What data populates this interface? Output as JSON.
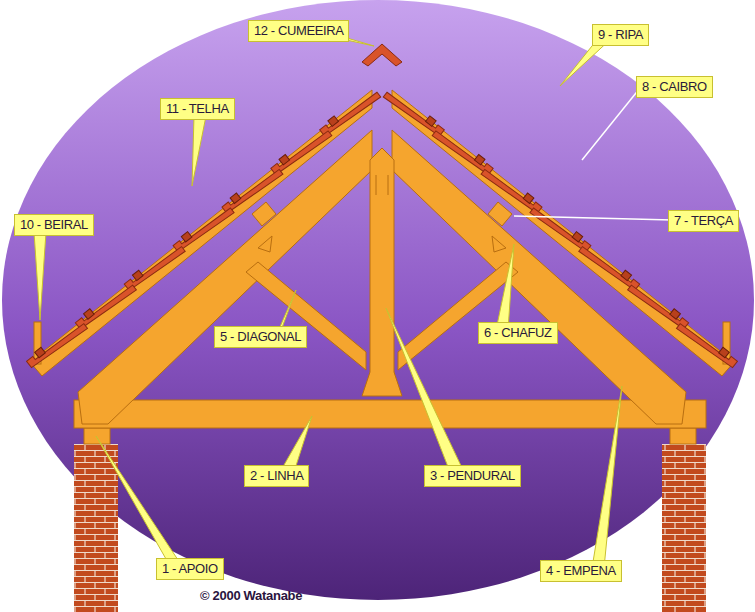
{
  "diagram": {
    "labels": [
      "12 - CUMEEIRA",
      "9 - RIPA",
      "8 - CAIBRO",
      "11 - TELHA",
      "10 - BEIRAL",
      "7 - TERÇA",
      "5 - DIAGONAL",
      "6 - CHAFUZ",
      "3 - PENDURAL",
      "2 - LINHA",
      "1 - APOIO",
      "4 - EMPENA",
      "© 2000 Watanabe"
    ]
  }
}
